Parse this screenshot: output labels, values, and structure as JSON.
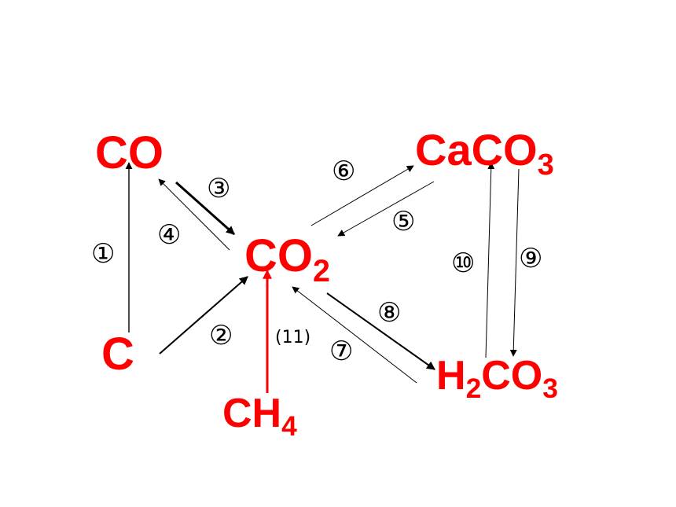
{
  "compounds": {
    "co": {
      "main": "CO"
    },
    "co2": {
      "main": "CO",
      "sub": "2"
    },
    "c": {
      "main": "C"
    },
    "caco3": {
      "main": "CaCO",
      "sub": "3"
    },
    "h2co3": {
      "pre": "H",
      "sub": "2",
      "main": "CO",
      "sub2": "3"
    },
    "ch4": {
      "main": "CH",
      "sub": "4"
    }
  },
  "labels": {
    "n1": "①",
    "n2": "②",
    "n3": "③",
    "n4": "④",
    "n5": "⑤",
    "n6": "⑥",
    "n7": "⑦",
    "n8": "⑧",
    "n9": "⑨",
    "n10": "⑩",
    "n11": "(11)"
  },
  "colors": {
    "compound": "#ff0000",
    "arrow": "#000000",
    "highlight_arrow": "#ff0000"
  }
}
